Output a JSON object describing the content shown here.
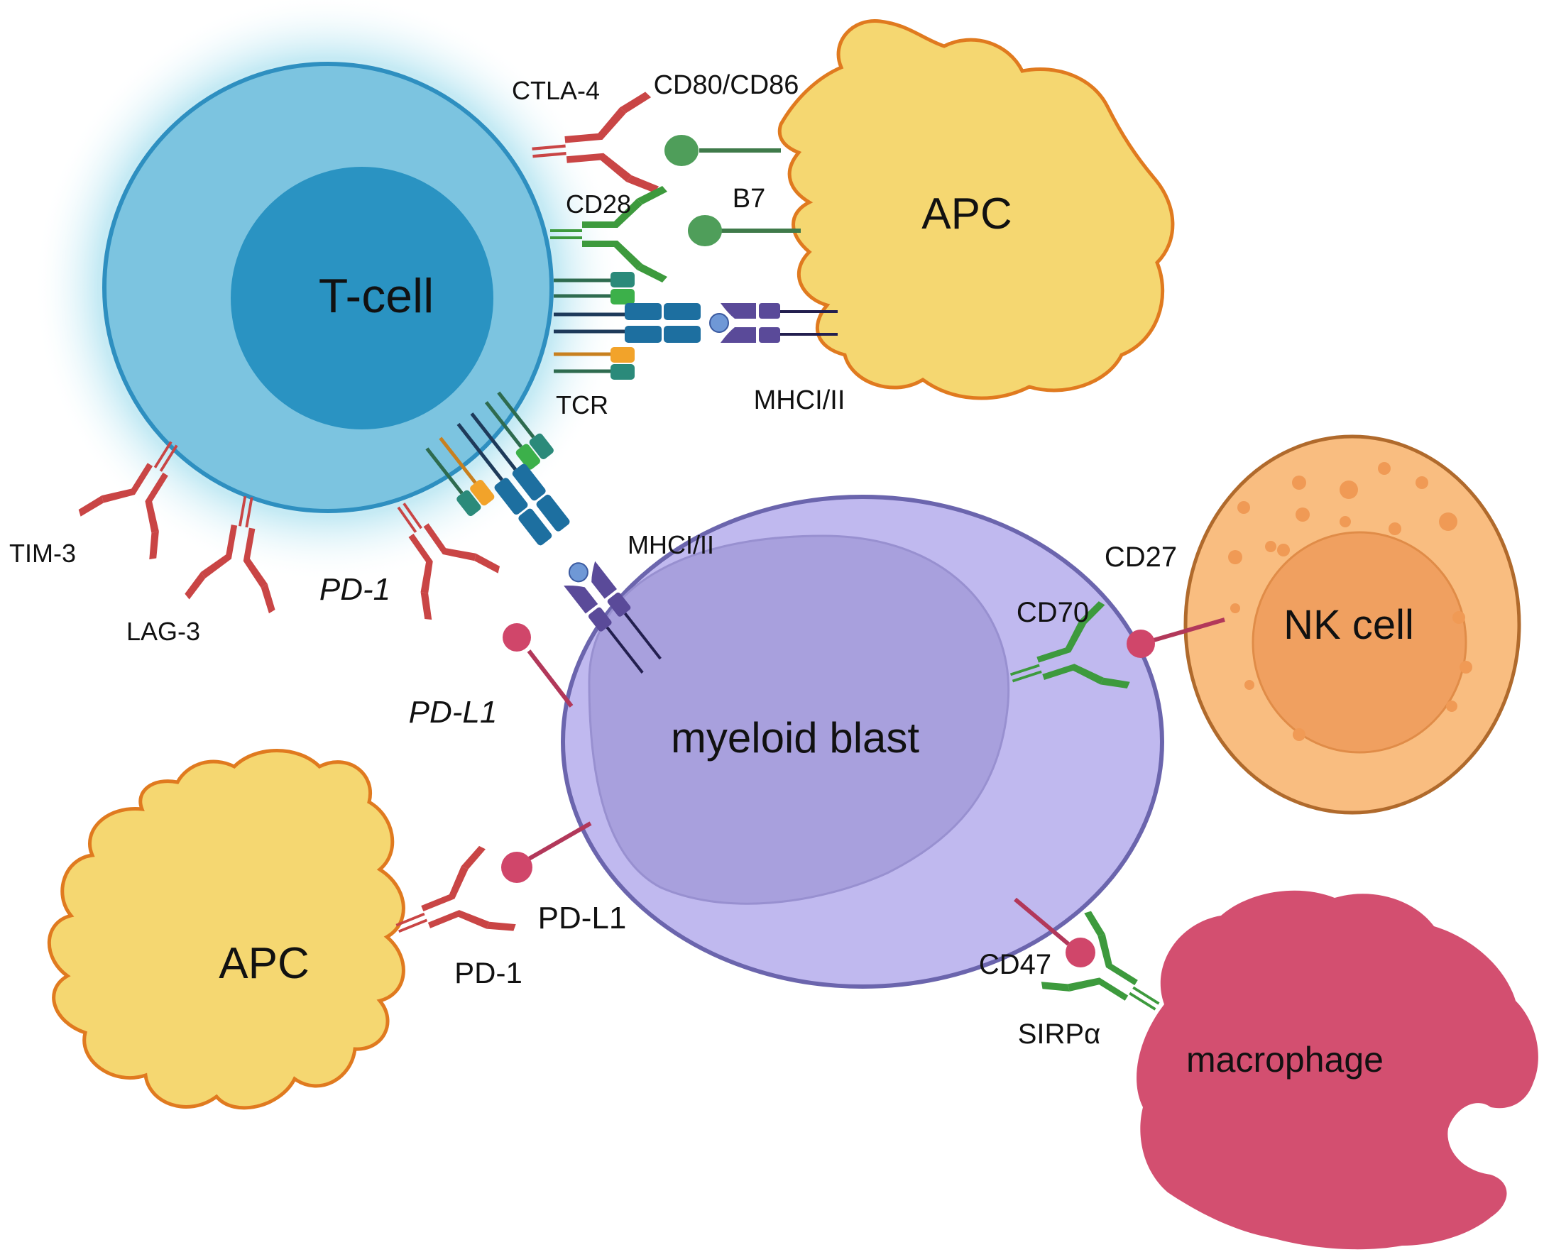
{
  "cells": {
    "t_cell": "T-cell",
    "apc_top": "APC",
    "myeloid_blast": "myeloid blast",
    "nk_cell": "NK cell",
    "apc_bottom": "APC",
    "macrophage": "macrophage"
  },
  "molecules": {
    "ctla4": "CTLA-4",
    "cd80_cd86": "CD80/CD86",
    "cd28": "CD28",
    "b7": "B7",
    "tcr": "TCR",
    "mhc_top": "MHCI/II",
    "mhc_middle": "MHCI/II",
    "tim3": "TIM-3",
    "lag3": "LAG-3",
    "pd1_tcell": "PD-1",
    "pd_l1_blast": "PD-L1",
    "cd27": "CD27",
    "cd70": "CD70",
    "pd_l1_apc": "PD-L1",
    "pd1_apc": "PD-1",
    "cd47": "CD47",
    "sirpa": "SIRPα"
  },
  "colors": {
    "t_cell_outer": "#7cc4e0",
    "t_cell_nucleus": "#2a93c2",
    "t_cell_border": "#2e8fc0",
    "apc_fill": "#f5d771",
    "apc_border": "#e07a1f",
    "blast_fill": "#a8a0dd",
    "blast_border": "#6b65ad",
    "nk_outer": "#f9bd80",
    "nk_nucleus": "#f0a060",
    "nk_border": "#b06a2c",
    "macrophage": "#d34f70",
    "inhibitory_receptor": "#c94545",
    "activating_receptor": "#3d9a3d",
    "ligand_green": "#4f9e5a",
    "ligand_pink": "#d0466a"
  }
}
